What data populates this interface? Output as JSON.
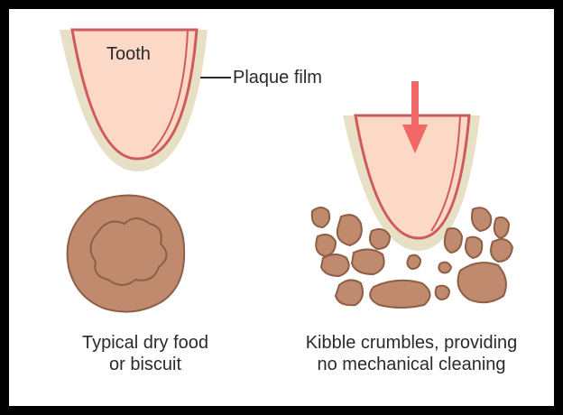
{
  "labels": {
    "tooth": "Tooth",
    "plaque": "Plaque film",
    "typical_line1": "Typical dry food",
    "typical_line2": "or biscuit",
    "kibble_line1": "Kibble crumbles, providing",
    "kibble_line2": "no mechanical cleaning"
  },
  "colors": {
    "frame": "#000000",
    "tooth_fill": "#fbd9c6",
    "tooth_outline": "#cf5a5a",
    "plaque_film": "#e7e0c6",
    "kibble_fill": "#c08a6f",
    "kibble_outline": "#8e5e45",
    "arrow": "#ef6767",
    "text": "#2a2a2a"
  }
}
